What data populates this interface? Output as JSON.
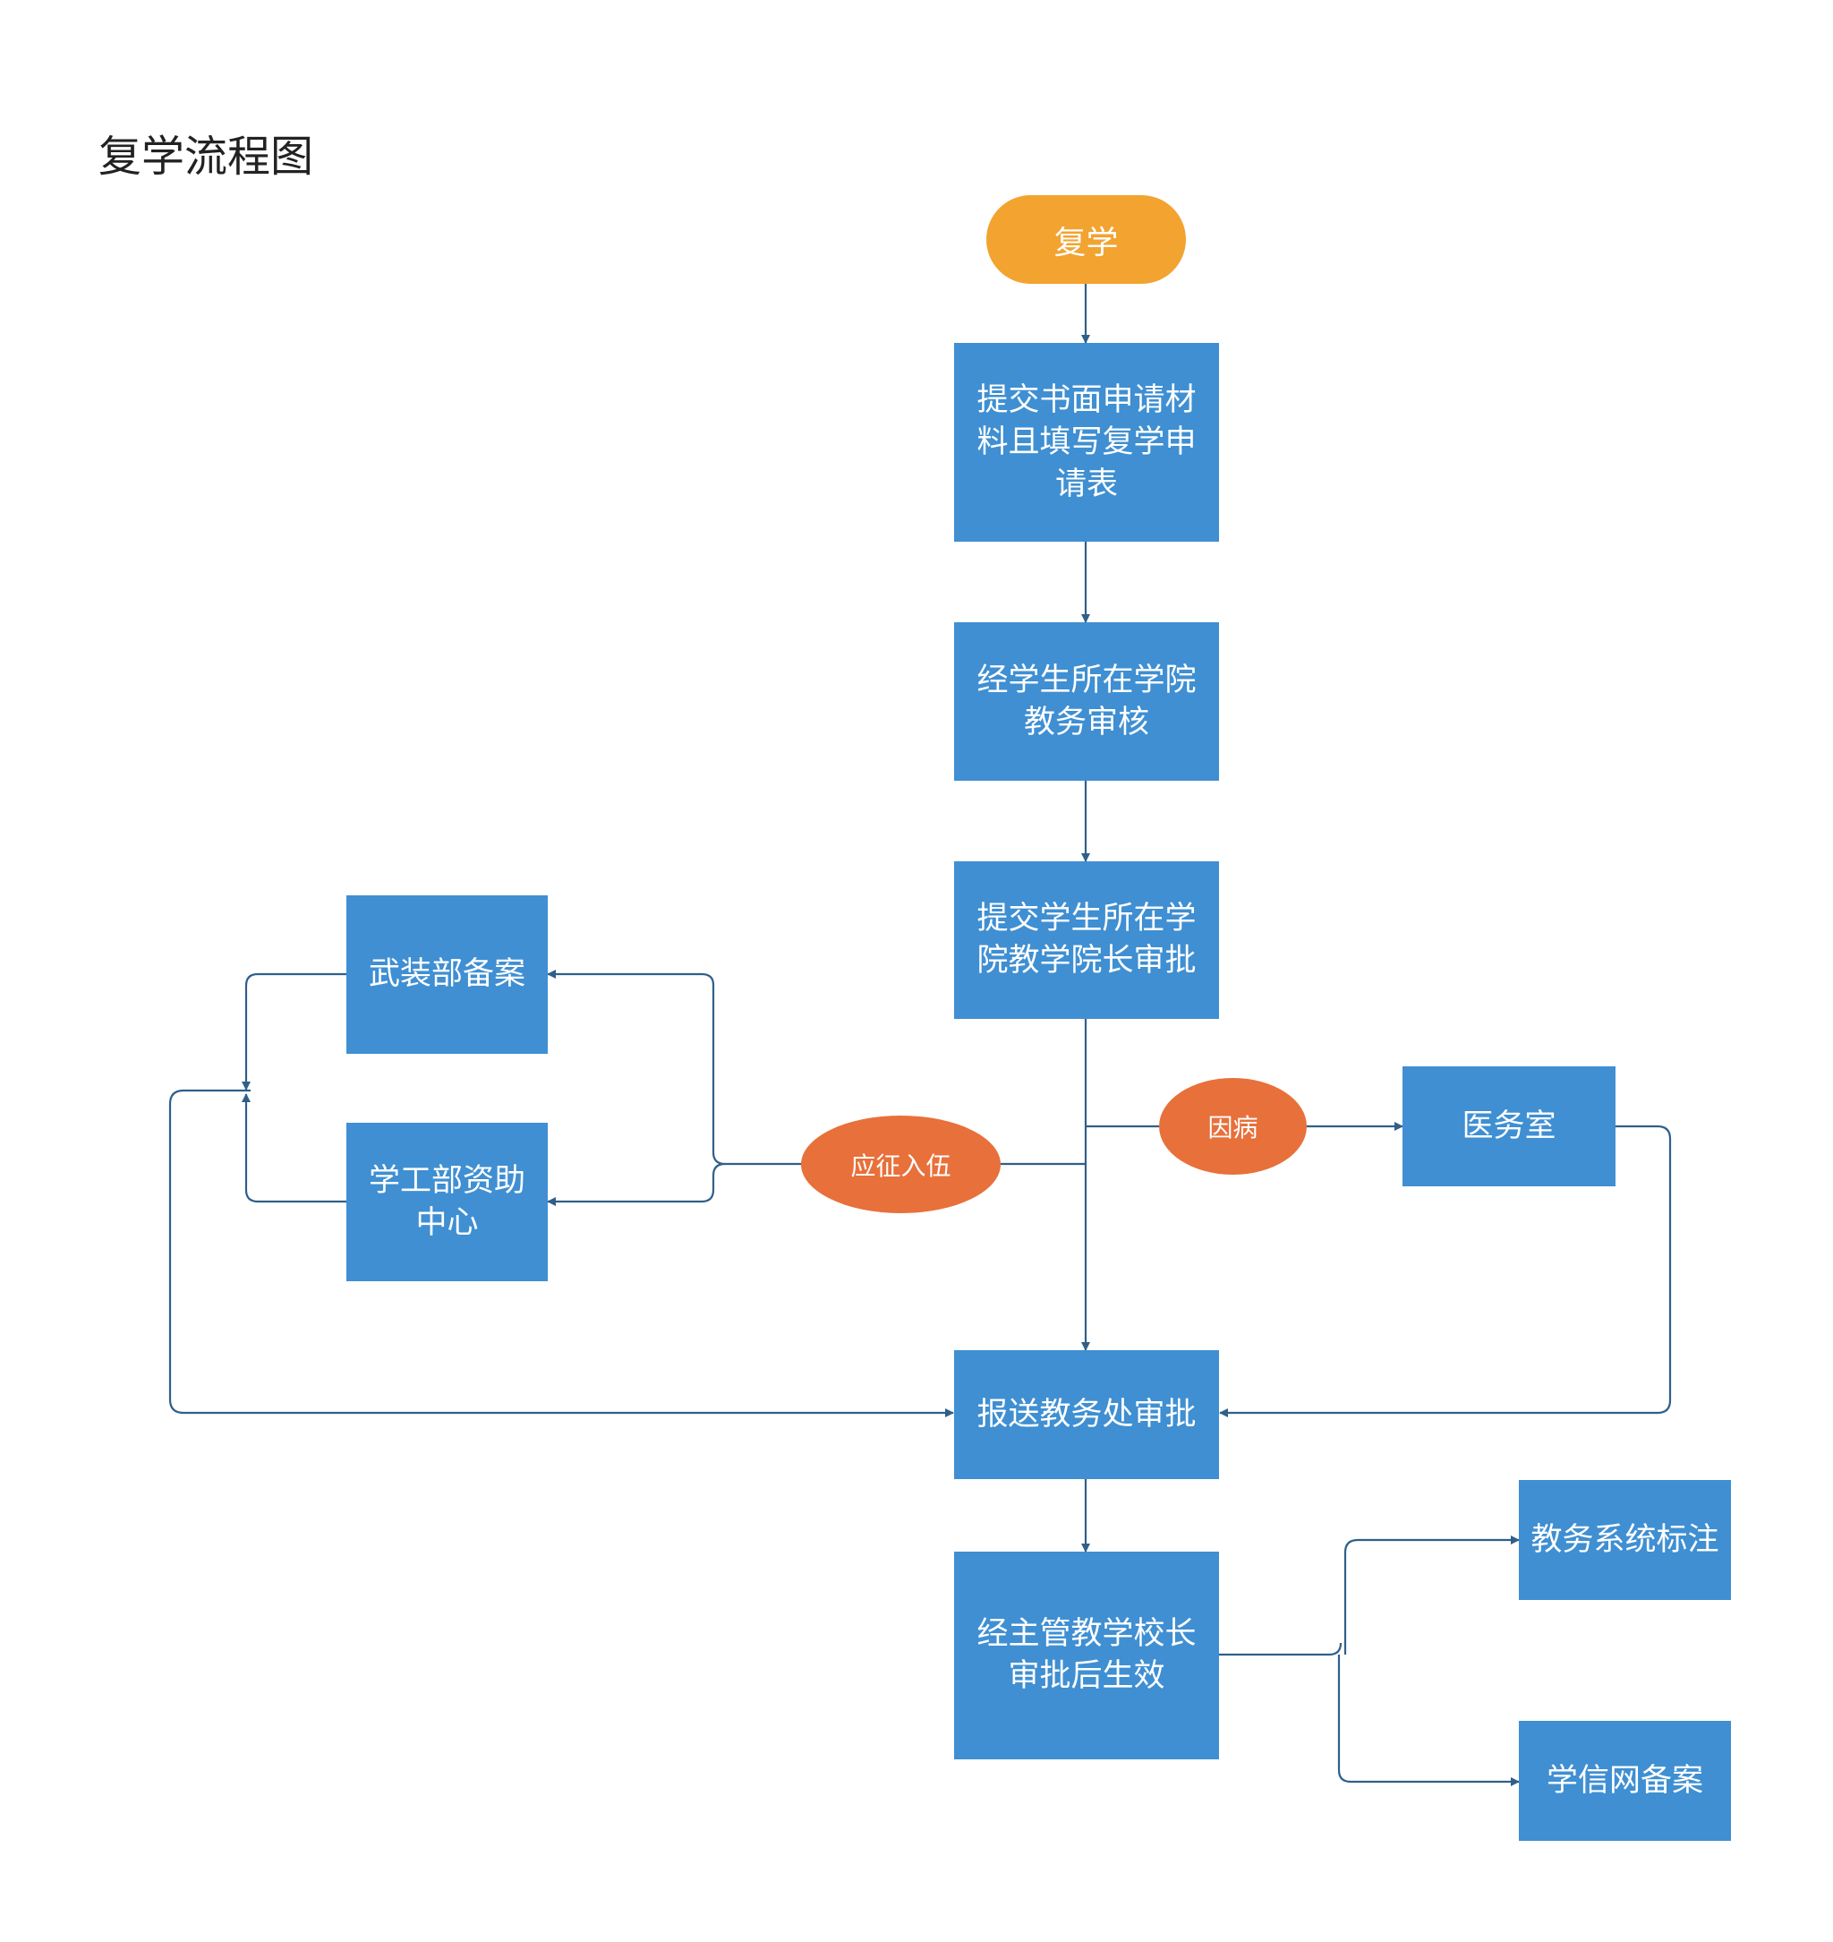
{
  "title": "复学流程图",
  "nodes": {
    "start": "复学",
    "submit": "提交书面申请材料且填写复学申请表",
    "college_review": "经学生所在学院教务审核",
    "dean_approval": "提交学生所在学院教学院长审批",
    "armed_forces": "武装部备案",
    "student_affairs": "学工部资助中心",
    "enlist": "应征入伍",
    "illness": "因病",
    "clinic": "医务室",
    "academic_affairs": "报送教务处审批",
    "principal": "经主管教学校长审批后生效",
    "system_mark": "教务系统标注",
    "chsi": "学信网备案"
  },
  "colors": {
    "process": "#3f8fd2",
    "start": "#f2a330",
    "decision": "#e8703a",
    "line": "#2f5f8a"
  }
}
